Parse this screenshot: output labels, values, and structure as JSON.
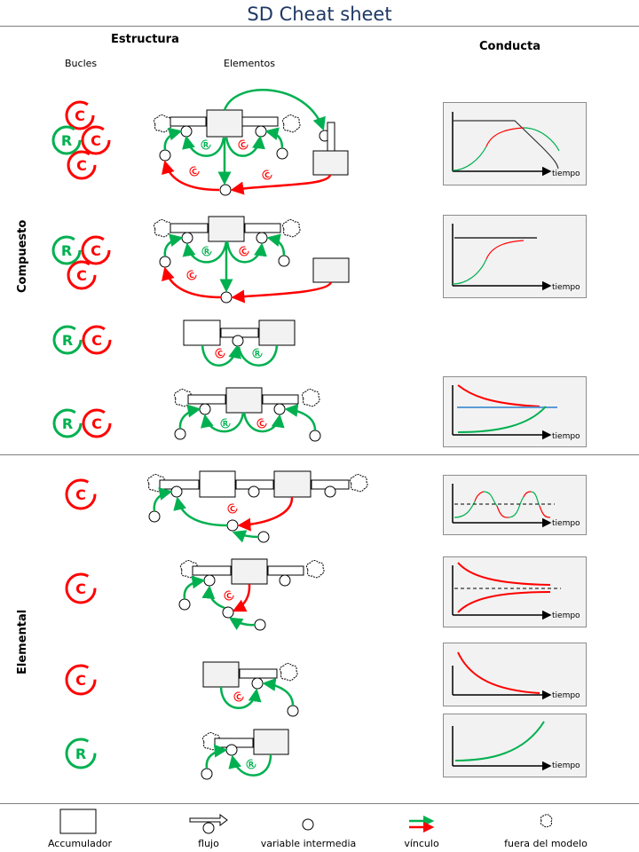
{
  "header": {
    "title": "SD Cheat sheet",
    "structure_label": "Estructura",
    "loops_label": "Bucles",
    "elements_label": "Elementos",
    "behavior_label": "Conducta"
  },
  "sections": {
    "compound": "Compuesto",
    "elemental": "Elemental"
  },
  "colors": {
    "reinforcing": "#00b050",
    "balancing": "#ff0000",
    "title": "#1f3864",
    "chart_bg": "#f2f2f2",
    "stock_fill": "#f2f2f2",
    "target_line": "#5b9bd5"
  },
  "loop_glyphs": {
    "reinforcing": "R",
    "balancing": "C"
  },
  "rows": [
    {
      "section": "Compuesto",
      "loops": [
        "C",
        "R",
        "C",
        "C"
      ],
      "has_chart": true
    },
    {
      "section": "Compuesto",
      "loops": [
        "R",
        "C",
        "C"
      ],
      "has_chart": true
    },
    {
      "section": "Compuesto",
      "loops": [
        "R",
        "C"
      ],
      "has_chart": false
    },
    {
      "section": "Compuesto",
      "loops": [
        "R",
        "C"
      ],
      "has_chart": true
    },
    {
      "section": "Elemental",
      "loops": [
        "C"
      ],
      "has_chart": true
    },
    {
      "section": "Elemental",
      "loops": [
        "C"
      ],
      "has_chart": true
    },
    {
      "section": "Elemental",
      "loops": [
        "C"
      ],
      "has_chart": true
    },
    {
      "section": "Elemental",
      "loops": [
        "R"
      ],
      "has_chart": true
    }
  ],
  "chart_axis_label": "tiempo",
  "legend": [
    {
      "icon": "stock-box-icon",
      "label": "Accumulador"
    },
    {
      "icon": "flow-pipe-icon",
      "label": "flujo"
    },
    {
      "icon": "circle-icon",
      "label": "variable intermedia"
    },
    {
      "icon": "link-arrows-icon",
      "label": "vínculo"
    },
    {
      "icon": "cloud-icon",
      "label": "fuera del modelo"
    }
  ]
}
